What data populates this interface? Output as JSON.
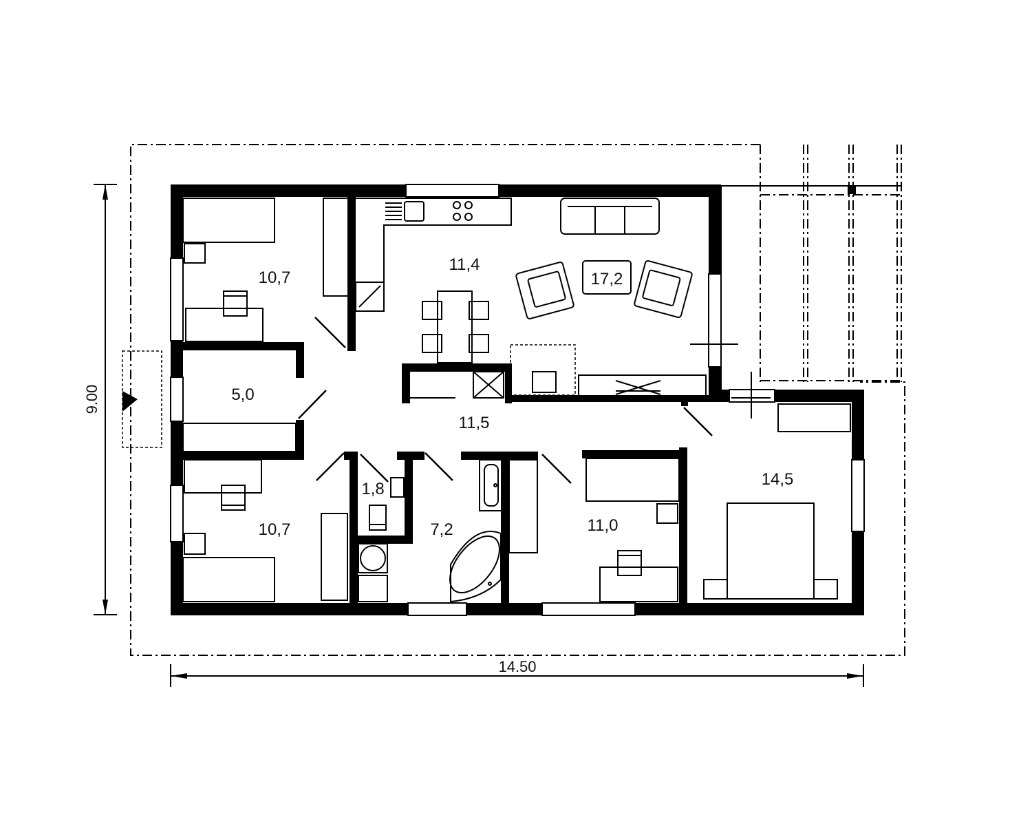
{
  "plan": {
    "overall_width": "14.50",
    "overall_depth": "9.00",
    "rooms": {
      "bedroom_top_left": "10,7",
      "storage": "5,0",
      "bedroom_bottom_left": "10,7",
      "wc": "1,8",
      "bathroom": "7,2",
      "kitchen": "11,4",
      "living_room": "17,2",
      "hall": "11,5",
      "bedroom_middle": "11,0",
      "master_bedroom": "14,5"
    }
  },
  "colors": {
    "wall": "#000000",
    "background": "#ffffff"
  }
}
